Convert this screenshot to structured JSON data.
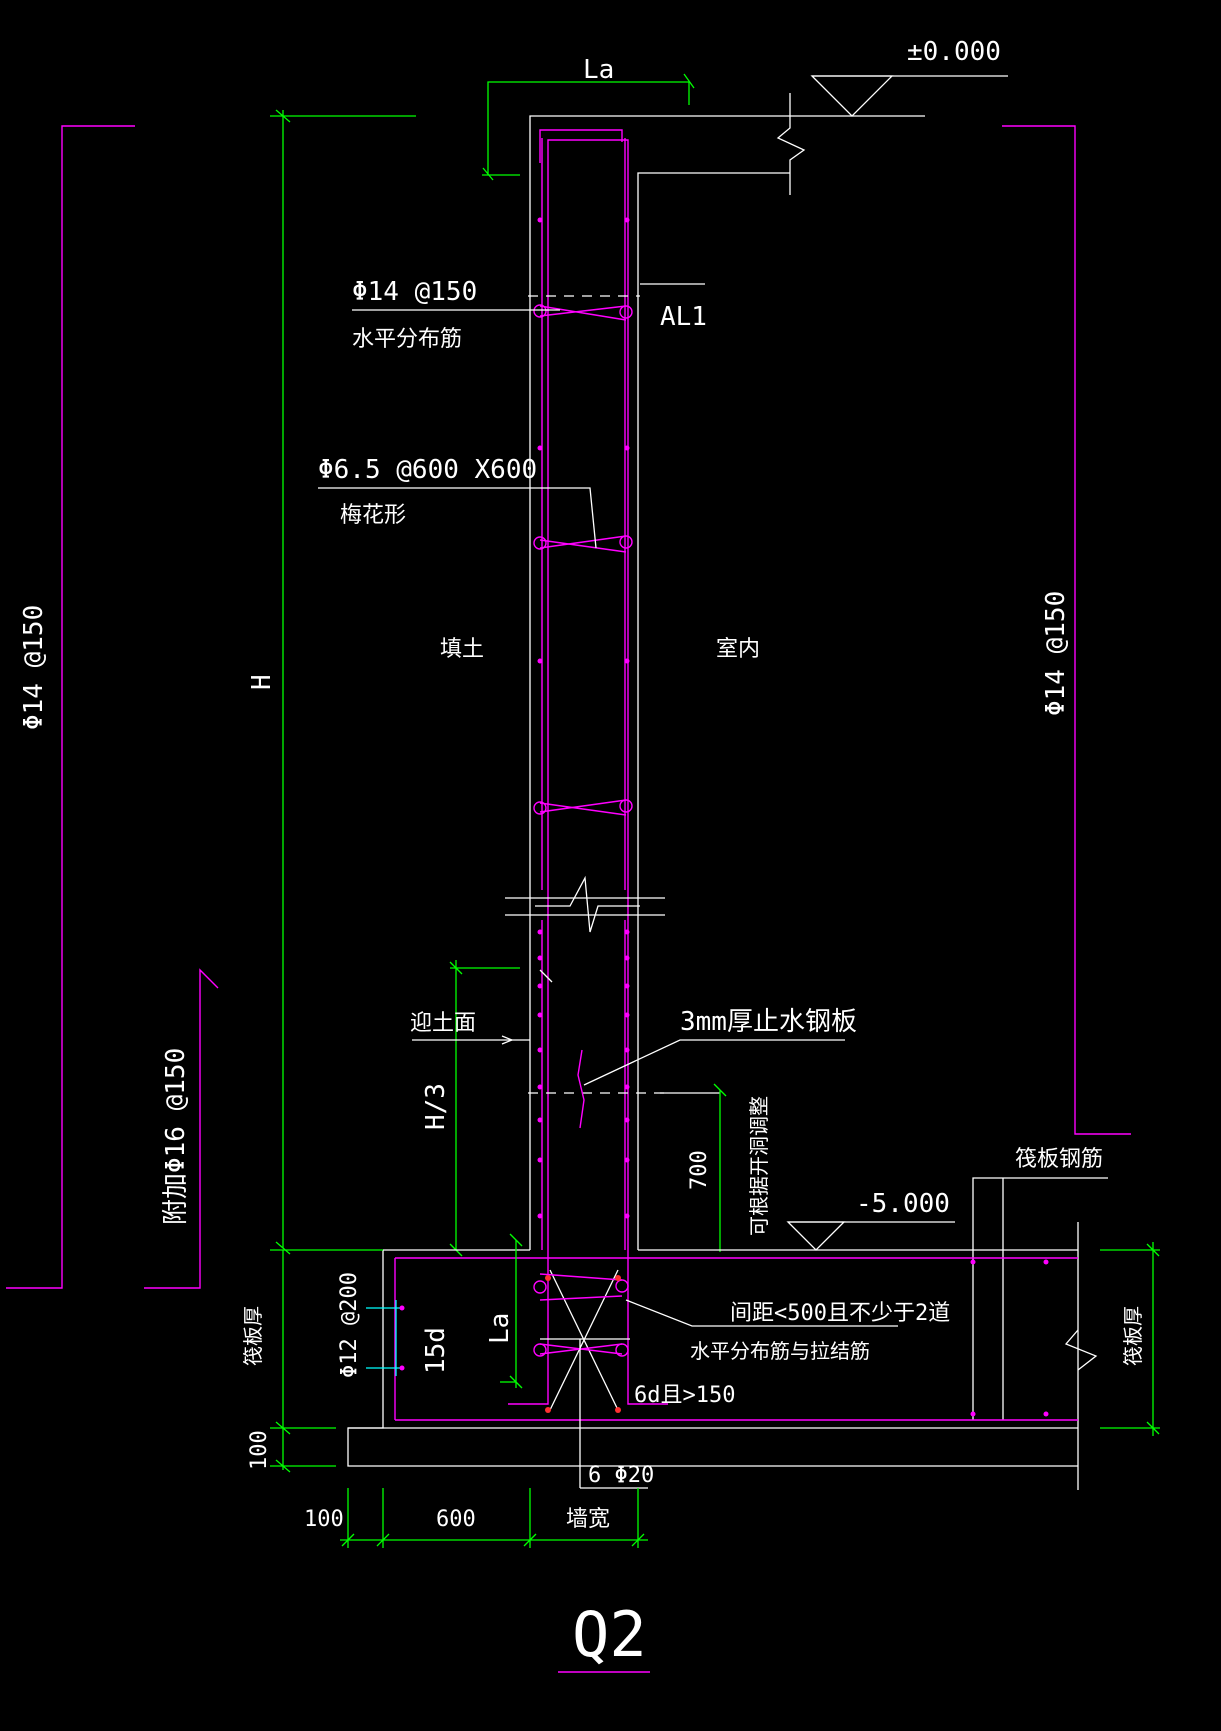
{
  "drawing": {
    "title": "Q2",
    "elevations": {
      "top": "±0.000",
      "bottom": "-5.000"
    },
    "labels": {
      "la_top": "La",
      "la_bottom": "La",
      "al1": "AL1",
      "horiz_bar_spec": "Φ14 @150",
      "horiz_bar_desc": "水平分布筋",
      "tie_spec": "Φ6.5 @600 X600",
      "tie_desc": "梅花形",
      "fill_soil": "填土",
      "indoor": "室内",
      "height": "H",
      "left_vert_bar": "Φ14 @150",
      "right_vert_bar": "Φ14 @150",
      "extra_bar": "附加Φ16 @150",
      "soil_face": "迎土面",
      "water_stop": "3mm厚止水钢板",
      "h_third": "H/3",
      "adjust_700": "700",
      "adjust_note": "可根据开洞调整",
      "raft_rebar": "筏板钢筋",
      "raft_thk_left": "筏板厚",
      "raft_thk_right": "筏板厚",
      "bottom_bar": "Φ12 @200",
      "anchor_15d": "15d",
      "spacing_note": "间距<500且不少于2道",
      "spacing_note2": "水平分布筋与拉结筋",
      "lap_note": "6d且>150",
      "corner_bars": "6 Φ20",
      "dim_100_v": "100",
      "dim_100_h": "100",
      "dim_600": "600",
      "wall_width": "墙宽"
    }
  }
}
